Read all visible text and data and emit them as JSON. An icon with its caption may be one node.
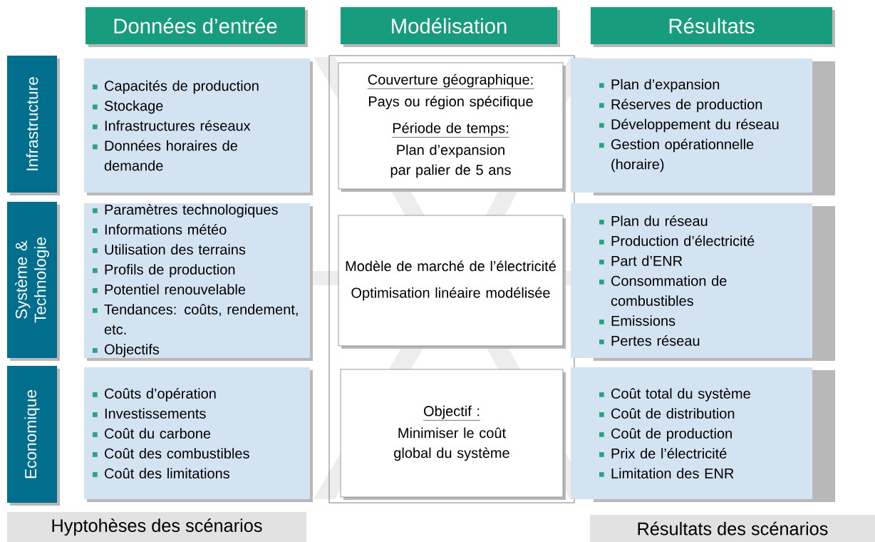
{
  "diagram": {
    "nodes": [
      {
        "text": [
          "Données d’entrée"
        ]
      },
      {
        "text": [
          "Modélisation"
        ]
      },
      {
        "text": [
          "Résultats"
        ]
      },
      {
        "text": [
          "Infrastructure"
        ]
      },
      {
        "text": [
          "Système & Technologie"
        ]
      },
      {
        "text": [
          "Economique"
        ]
      },
      {
        "text": [
          "Capacités de production",
          "Stockage",
          "Infrastructures réseaux",
          "Données horaires de demande"
        ]
      },
      {
        "text": [
          "Paramètres technologiques",
          "Informations météo",
          "Utilisation des terrains",
          "Profils de production",
          "Potentiel renouvelable",
          "Tendances: coûts, rendement, etc.",
          "Objectifs"
        ]
      },
      {
        "text": [
          "Coûts d’opération",
          "Investissements",
          "Coût du carbone",
          "Coût des combustibles",
          "Coût des limitations"
        ]
      },
      {
        "text": [],
        "shape": "box"
      },
      {
        "text": [
          "Couverture géographique:",
          "Pays ou région spécifique",
          "Période de temps:",
          "Plan d’expansion par palier de 5 ans"
        ],
        "in": 9
      },
      {
        "text": [
          "Modèle de marché de l’électricité",
          "Optimisation linéaire modélisée"
        ],
        "in": 9
      },
      {
        "text": [
          "Objectif :",
          "Minimiser le coût global du système"
        ],
        "in": 9
      },
      {
        "text": [
          "Plan d’expansion",
          "Réserves de production",
          "Développement du réseau",
          "Gestion opérationnelle (horaire)"
        ]
      },
      {
        "text": [
          "Plan du réseau",
          "Production d’électricité",
          "Part d’ENR",
          "Consommation de combustibles",
          "Emissions",
          "Pertes réseau"
        ]
      },
      {
        "text": [
          "Coût total du système",
          "Coût de distribution",
          "Coût de production",
          "Prix de l’électricité",
          "Limitation des ENR"
        ]
      },
      {
        "text": [
          "Hyptohèses des scénarios"
        ]
      },
      {
        "text": [
          "Résultats des scénarios"
        ]
      }
    ]
  }
}
